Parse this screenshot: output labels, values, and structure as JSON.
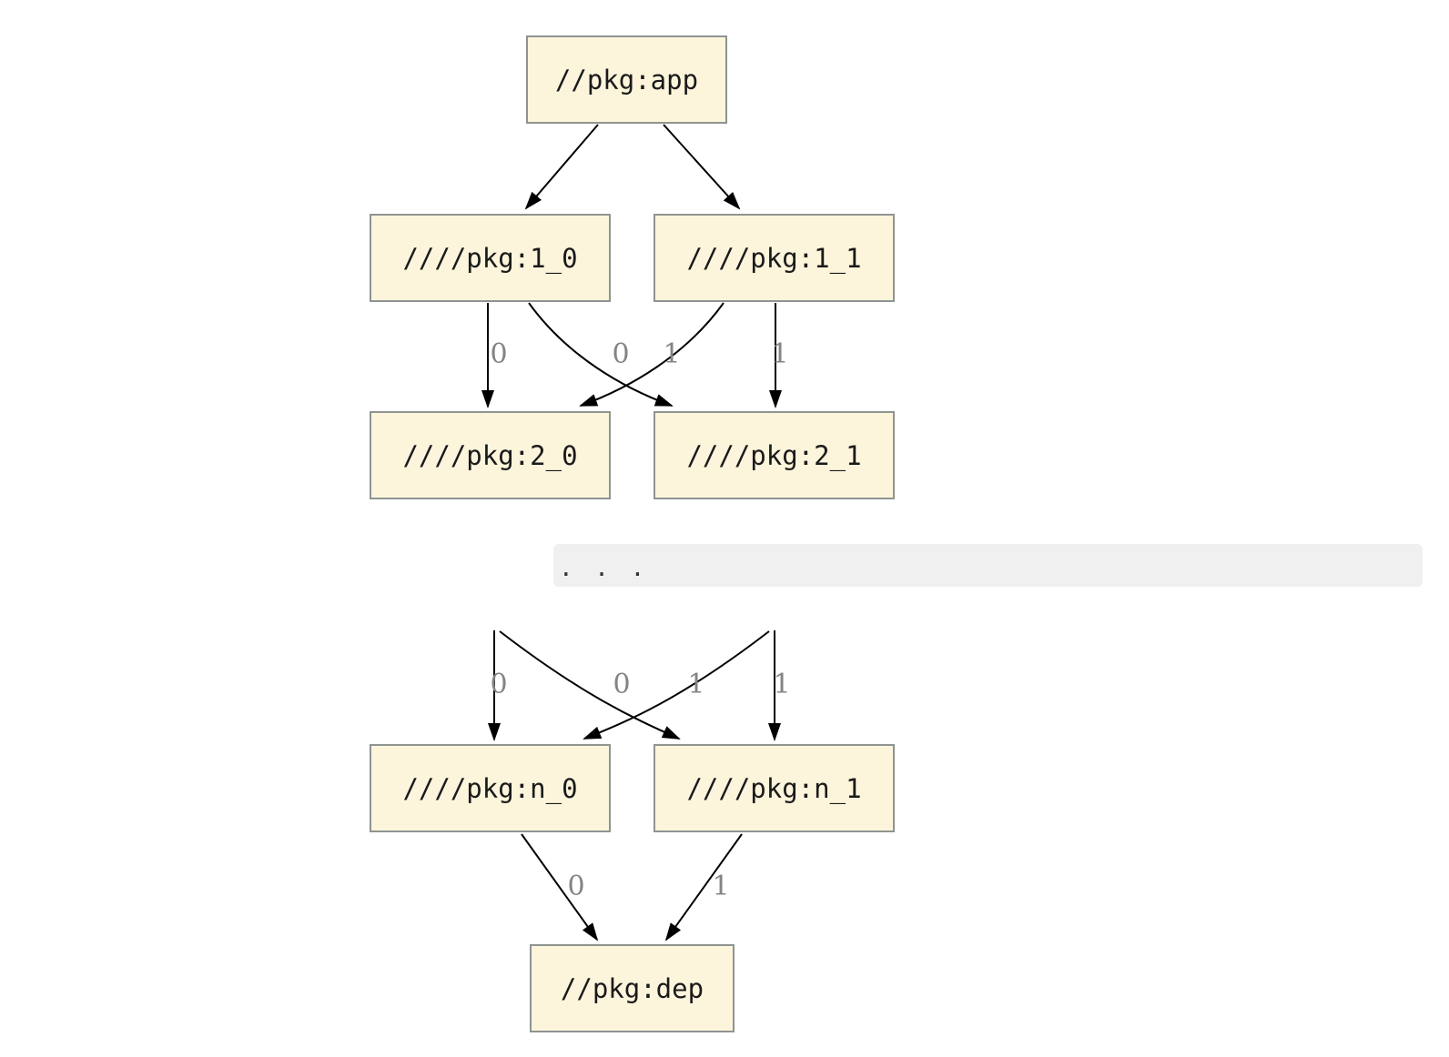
{
  "diagram": {
    "type": "dependency-graph",
    "nodes": [
      {
        "id": "app",
        "label": "//pkg:app"
      },
      {
        "id": "1_0",
        "label": "////pkg:1_0"
      },
      {
        "id": "1_1",
        "label": "////pkg:1_1"
      },
      {
        "id": "2_0",
        "label": "////pkg:2_0"
      },
      {
        "id": "2_1",
        "label": "////pkg:2_1"
      },
      {
        "id": "n_0",
        "label": "////pkg:n_0"
      },
      {
        "id": "n_1",
        "label": "////pkg:n_1"
      },
      {
        "id": "dep",
        "label": "//pkg:dep"
      }
    ],
    "edges": [
      {
        "from": "app",
        "to": "1_0",
        "label": ""
      },
      {
        "from": "app",
        "to": "1_1",
        "label": ""
      },
      {
        "from": "1_0",
        "to": "2_0",
        "label": "0"
      },
      {
        "from": "1_1",
        "to": "2_0",
        "label": "0"
      },
      {
        "from": "1_0",
        "to": "2_1",
        "label": "1"
      },
      {
        "from": "1_1",
        "to": "2_1",
        "label": "1"
      },
      {
        "from": "ellipsis",
        "to": "n_0",
        "label": "0"
      },
      {
        "from": "ellipsis",
        "to": "n_0",
        "label": "0"
      },
      {
        "from": "ellipsis",
        "to": "n_1",
        "label": "1"
      },
      {
        "from": "ellipsis",
        "to": "n_1",
        "label": "1"
      },
      {
        "from": "n_0",
        "to": "dep",
        "label": "0"
      },
      {
        "from": "n_1",
        "to": "dep",
        "label": "1"
      }
    ],
    "ellipsis": ".  .  .",
    "colors": {
      "node_fill": "#FCF5DC",
      "node_border": "#8E9491",
      "node_text": "#1A1A1A",
      "edge": "#000000",
      "edge_label": "#848484",
      "ellipsis_bg": "#F0F0F0",
      "ellipsis_text": "#333333"
    }
  }
}
